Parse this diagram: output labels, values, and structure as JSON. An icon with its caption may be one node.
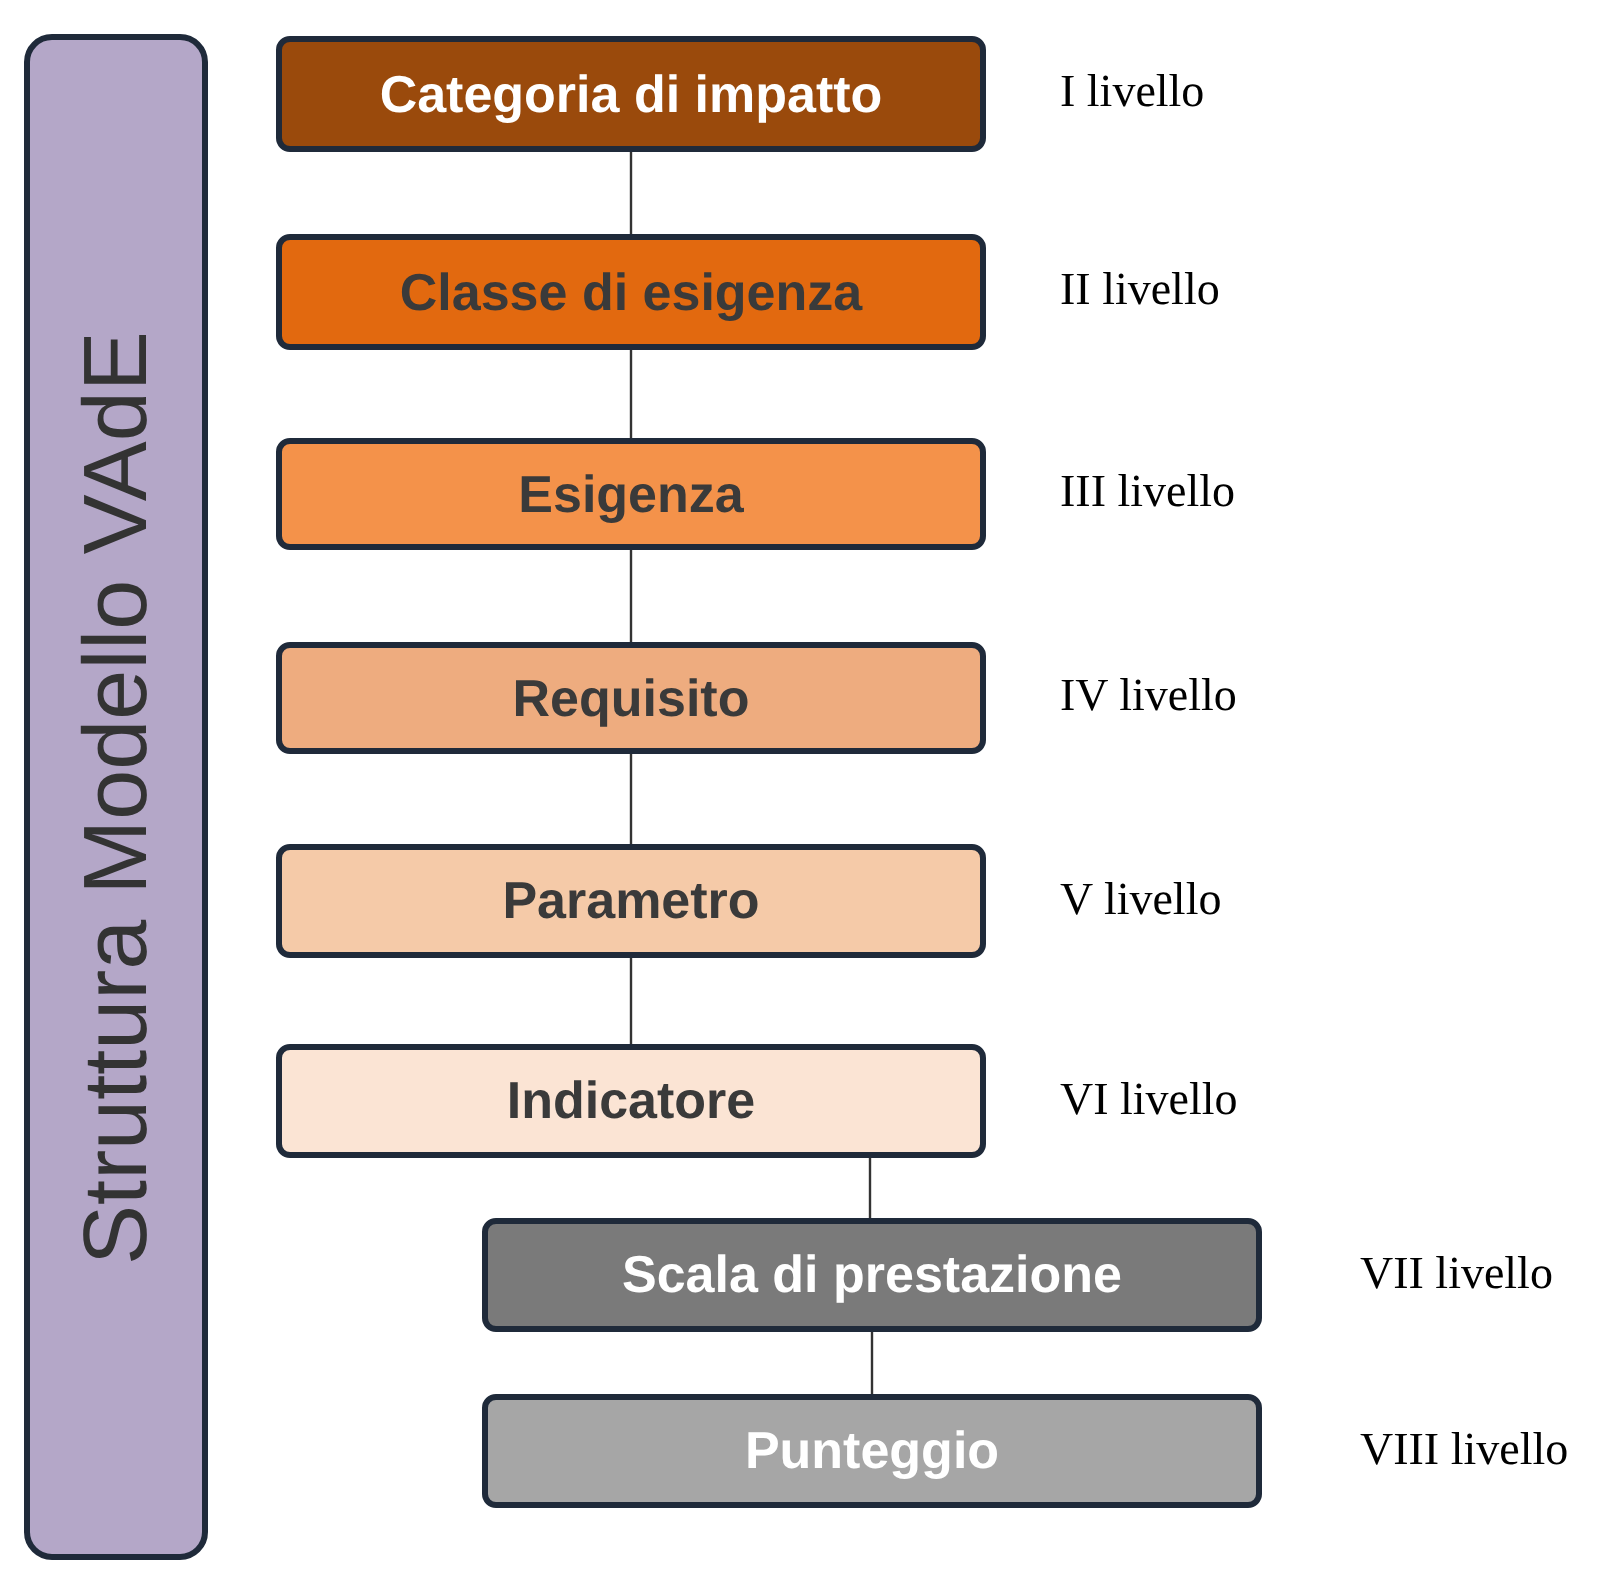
{
  "diagram": {
    "nodes": [
      {
        "text": [
          "Struttura Modello VAdE"
        ]
      },
      {
        "text": [
          "Categoria di impatto"
        ],
        "beside": [
          "I livello"
        ]
      },
      {
        "text": [
          "Classe di esigenza"
        ],
        "beside": [
          "II livello"
        ]
      },
      {
        "text": [
          "Esigenza"
        ],
        "beside": [
          "III livello"
        ]
      },
      {
        "text": [
          "Requisito"
        ],
        "beside": [
          "IV livello"
        ]
      },
      {
        "text": [
          "Parametro"
        ],
        "beside": [
          "V livello"
        ]
      },
      {
        "text": [
          "Indicatore"
        ],
        "beside": [
          "VI livello"
        ]
      },
      {
        "text": [
          "Scala di prestazione"
        ],
        "beside": [
          "VII livello"
        ]
      },
      {
        "text": [
          "Punteggio"
        ],
        "beside": [
          "VIII livello"
        ]
      }
    ],
    "edges": [
      {
        "from": 1,
        "to": 2,
        "arrow": "none"
      },
      {
        "from": 2,
        "to": 3,
        "arrow": "none"
      },
      {
        "from": 3,
        "to": 4,
        "arrow": "none"
      },
      {
        "from": 4,
        "to": 5,
        "arrow": "none"
      },
      {
        "from": 5,
        "to": 6,
        "arrow": "none"
      },
      {
        "from": 6,
        "to": 7,
        "arrow": "none"
      },
      {
        "from": 7,
        "to": 8,
        "arrow": "none"
      }
    ]
  }
}
